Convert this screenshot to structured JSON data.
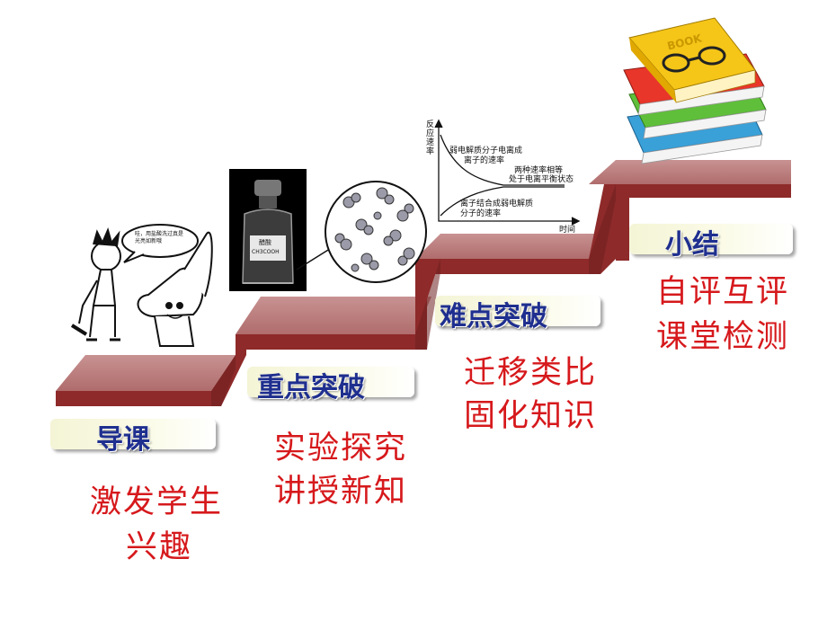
{
  "stages": [
    {
      "title": "导课",
      "lines": [
        "激发学生",
        "兴趣"
      ]
    },
    {
      "title": "重点突破",
      "lines": [
        "实验探究",
        "讲授新知"
      ]
    },
    {
      "title": "难点突破",
      "lines": [
        "迁移类比",
        "固化知识"
      ]
    },
    {
      "title": "小结",
      "lines": [
        "自评互评",
        "课堂检测"
      ]
    }
  ],
  "cartoon": {
    "speech": "哇，用盐酸洗过真是光亮如新哦"
  },
  "bottle": {
    "line1": "醋酸",
    "line2": "CH3COOH"
  },
  "graph": {
    "y_axis_label": "反应速率",
    "x_axis_label": "时间",
    "curve_top_label_1": "弱电解质分子电离成",
    "curve_top_label_2": "离子的速率",
    "curve_bottom_label_1": "离子结合成弱电解质",
    "curve_bottom_label_2": "分子的速率",
    "equilibrium_label_1": "两种速率相等",
    "equilibrium_label_2": "处于电离平衡状态"
  },
  "books": {
    "cover_text": "BOOK"
  },
  "colors": {
    "stair_top": "#c07c7c",
    "stair_front": "#8e2a2a",
    "title_text": "#1f2f8f",
    "body_text": "#d6191c"
  }
}
